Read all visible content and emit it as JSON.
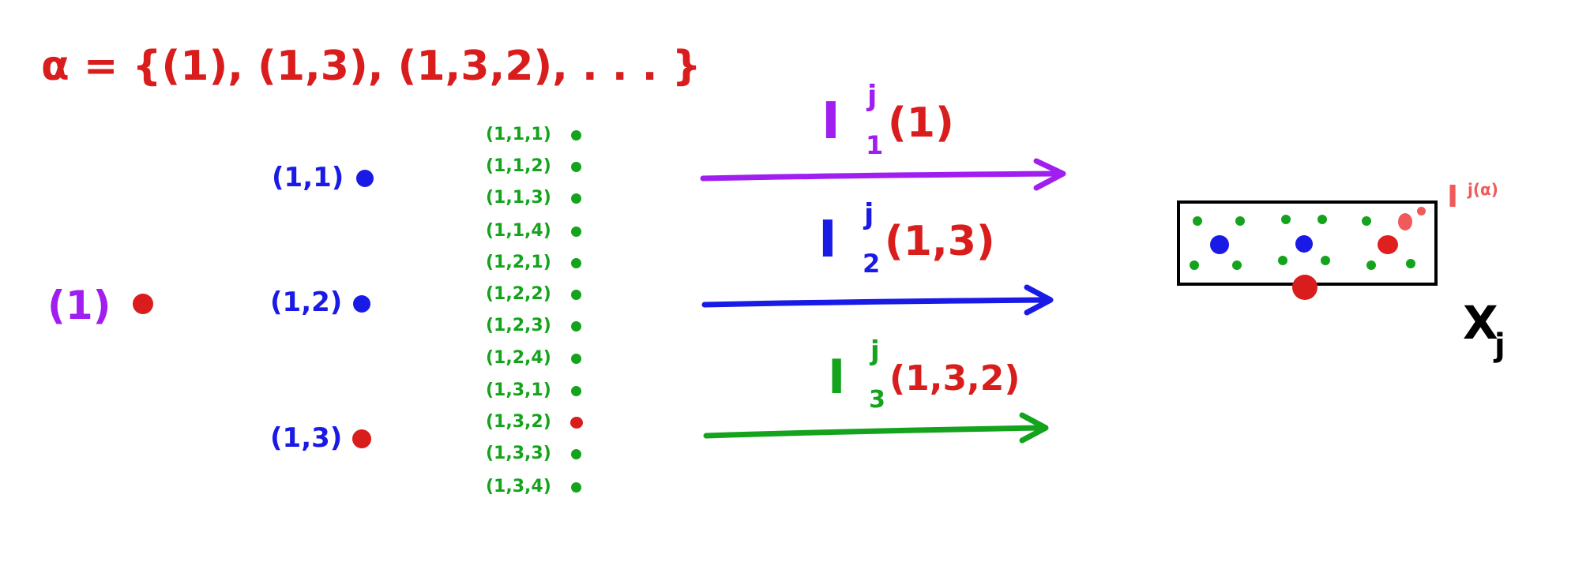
{
  "colors": {
    "red": "#d91c1c",
    "purple": "#a01ff0",
    "blue": "#1a1ae6",
    "green": "#14a31c",
    "pink": "#f05a5a",
    "black": "#000000"
  },
  "alpha_label": "α = {(1), (1,3), (1,3,2), . . . }",
  "level1": {
    "label": "(1)",
    "dot_color": "red"
  },
  "level2": [
    {
      "label": "(1,1)",
      "dot_color": "blue"
    },
    {
      "label": "(1,2)",
      "dot_color": "blue"
    },
    {
      "label": "(1,3)",
      "dot_color": "red"
    }
  ],
  "level3": [
    {
      "label": "(1,1,1)",
      "dot_color": "green"
    },
    {
      "label": "(1,1,2)",
      "dot_color": "green"
    },
    {
      "label": "(1,1,3)",
      "dot_color": "green"
    },
    {
      "label": "(1,1,4)",
      "dot_color": "green"
    },
    {
      "label": "(1,2,1)",
      "dot_color": "green"
    },
    {
      "label": "(1,2,2)",
      "dot_color": "green"
    },
    {
      "label": "(1,2,3)",
      "dot_color": "green"
    },
    {
      "label": "(1,2,4)",
      "dot_color": "green"
    },
    {
      "label": "(1,3,1)",
      "dot_color": "green"
    },
    {
      "label": "(1,3,2)",
      "dot_color": "red"
    },
    {
      "label": "(1,3,3)",
      "dot_color": "green"
    },
    {
      "label": "(1,3,4)",
      "dot_color": "green"
    }
  ],
  "maps": [
    {
      "symbol": "I",
      "superscript": "j",
      "subscript": "1",
      "arg": "(1)",
      "color": "purple",
      "arg_color": "red"
    },
    {
      "symbol": "I",
      "superscript": "j",
      "subscript": "2",
      "arg": "(1,3)",
      "color": "blue",
      "arg_color": "red"
    },
    {
      "symbol": "I",
      "superscript": "j",
      "subscript": "3",
      "arg": "(1,3,2)",
      "color": "green",
      "arg_color": "red"
    }
  ],
  "target": {
    "space_label": "X",
    "space_subscript": "j",
    "image_label_symbol": "I",
    "image_label_superscript": "j(α)"
  }
}
